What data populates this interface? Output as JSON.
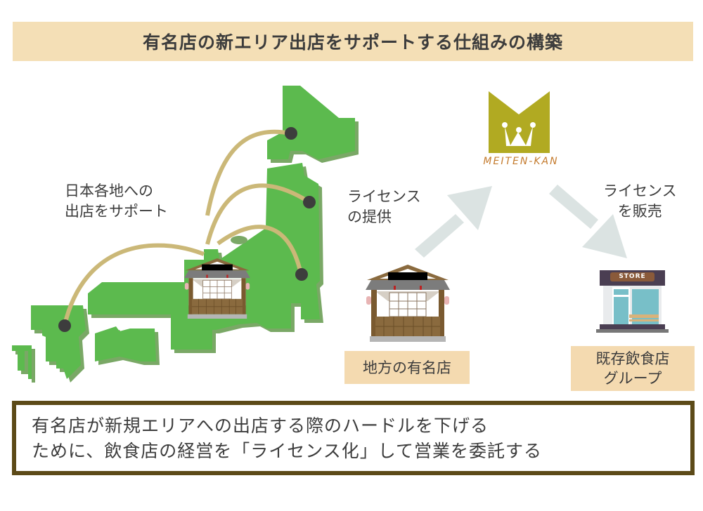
{
  "title": "有名店の新エリア出店をサポートする仕組みの構築",
  "map_label": {
    "line1": "日本各地への",
    "line2": "出店をサポート"
  },
  "provide_label": {
    "line1": "ライセンス",
    "line2": "の提供"
  },
  "sell_label": {
    "line1": "ライセンス",
    "line2": "を販売"
  },
  "logo": {
    "text": "MEITEN-KAN"
  },
  "local_shop_label": "地方の有名店",
  "restaurant_group_label": {
    "line1": "既存飲食店",
    "line2": "グループ"
  },
  "store_sign": "STORE",
  "summary": {
    "line1": "有名店が新規エリアへの出店する際のハードルを下げる",
    "line2": "ために、飲食店の経営を「ライセンス化」して営業を委託する"
  },
  "colors": {
    "map": "#5cba4e",
    "map_shadow": "#7aa866",
    "arc": "#cbb878",
    "dot": "#3d3d3d",
    "logo": "#b1aa22",
    "logo_text": "#c47b2e",
    "arrow": "#dbe3e2",
    "border": "#5c4a18",
    "tag": "#f4dab0"
  }
}
